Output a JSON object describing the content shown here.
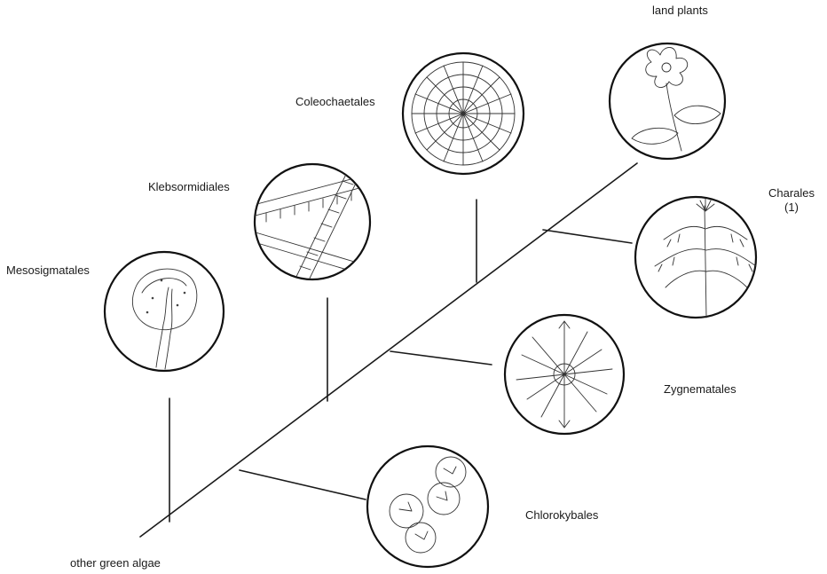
{
  "diagram": {
    "taxa": {
      "land_plants": "land plants",
      "charales_name": "Charales",
      "charales_note": "(1)",
      "coleochaetales": "Coleochaetales",
      "klebsormidiales": "Klebsormidiales",
      "mesosigmatales": "Mesosigmatales",
      "zygnematales": "Zygnematales",
      "chlorokybales": "Chlorokybales",
      "other_green_algae": "other green algae"
    }
  }
}
